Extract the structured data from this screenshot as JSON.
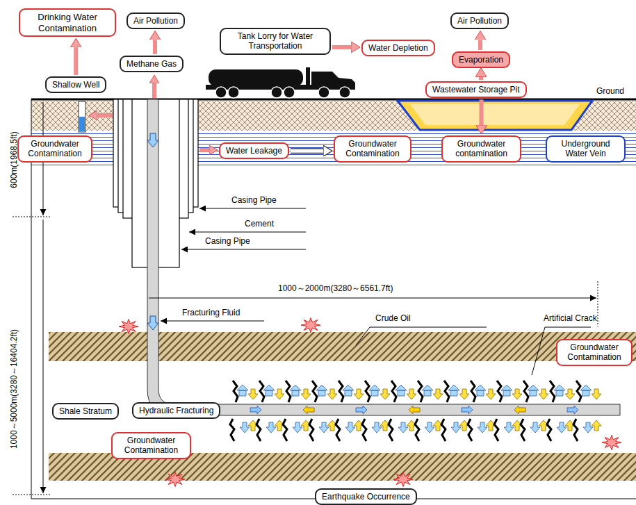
{
  "diagram": {
    "nodes": [
      {
        "text": [
          "Drinking Water Contamination"
        ]
      },
      {
        "text": [
          "Air Pollution"
        ]
      },
      {
        "text": [
          "Shallow Well"
        ]
      },
      {
        "text": [
          "Methane Gas"
        ]
      },
      {
        "text": [
          "Tank Lorry for Water Transportation"
        ]
      },
      {
        "text": [
          "Water Depletion"
        ]
      },
      {
        "text": [
          "Air Pollution"
        ]
      },
      {
        "text": [
          "Evaporation"
        ]
      },
      {
        "text": [
          "Wastewater Storage Pit"
        ]
      },
      {
        "text": [
          "Groundwater Contamination"
        ]
      },
      {
        "text": [
          "Water Leakage"
        ]
      },
      {
        "text": [
          "Groundwater Contamination"
        ]
      },
      {
        "text": [
          "Groundwater contamination"
        ]
      },
      {
        "text": [
          "Underground Water Vein"
        ]
      },
      {
        "text": [
          "Groundwater Contamination"
        ]
      },
      {
        "text": [
          "Groundwater Contamination"
        ]
      },
      {
        "text": [
          "Earthquake Occurrence"
        ]
      },
      {
        "text": [
          "Shale Stratum"
        ]
      },
      {
        "text": [
          "Hydraulic Fracturing"
        ]
      }
    ],
    "edges": [
      {
        "from": 2,
        "to": 0,
        "arrow": "to"
      },
      {
        "from": 3,
        "to": 1,
        "arrow": "to"
      },
      {
        "from": 4,
        "to": 5,
        "arrow": "to"
      },
      {
        "from": 7,
        "to": 6,
        "arrow": "to"
      },
      {
        "from": 8,
        "to": 7,
        "arrow": "to"
      },
      {
        "from": 8,
        "to": 12,
        "arrow": "to"
      },
      {
        "from": 10,
        "to": 11,
        "arrow": "to"
      }
    ],
    "labels": [
      "Ground",
      "600m(1968.5ft)",
      "Casing Pipe",
      "Cement",
      "Casing Pipe",
      "1000～2000m(3280～6561.7ft)",
      "Fracturing Fluid",
      "Crude Oil",
      "Artificial Crack",
      "1000～5000m(3280～16404.2ft)"
    ]
  }
}
